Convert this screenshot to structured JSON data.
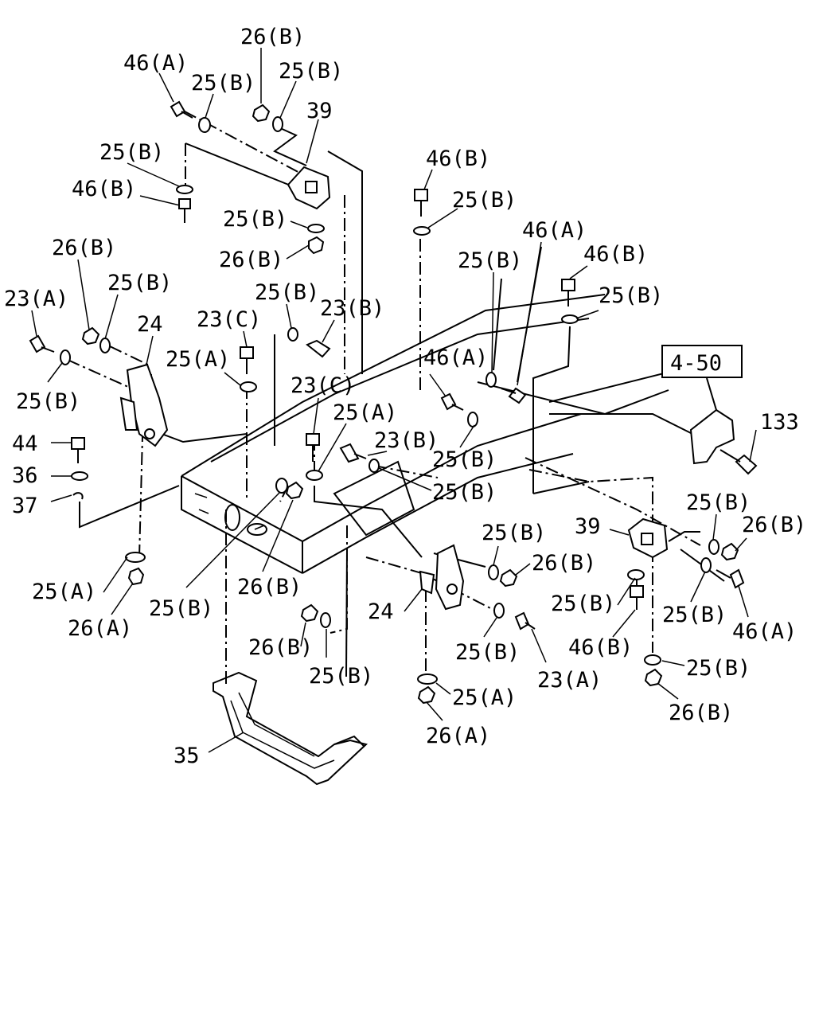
{
  "diagram": {
    "ref_box": "4-50",
    "labels": [
      "26(B)",
      "46(A)",
      "25(B)",
      "25(B)",
      "39",
      "25(B)",
      "46(B)",
      "25(B)",
      "26(B)",
      "46(B)",
      "25(B)",
      "26(B)",
      "23(A)",
      "25(B)",
      "24",
      "23(C)",
      "25(B)",
      "23(B)",
      "25(A)",
      "46(A)",
      "25(B)",
      "46(B)",
      "25(B)",
      "46(A)",
      "25(B)",
      "23(C)",
      "25(A)",
      "23(B)",
      "25(B)",
      "25(B)",
      "44",
      "36",
      "37",
      "133",
      "25(B)",
      "26(B)",
      "39",
      "25(B)",
      "26(B)",
      "25(B)",
      "25(B)",
      "46(A)",
      "46(B)",
      "25(A)",
      "26(A)",
      "25(B)",
      "26(B)",
      "26(B)",
      "25(B)",
      "24",
      "25(B)",
      "23(A)",
      "25(A)",
      "26(A)",
      "35",
      "25(B)",
      "26(B)"
    ]
  }
}
